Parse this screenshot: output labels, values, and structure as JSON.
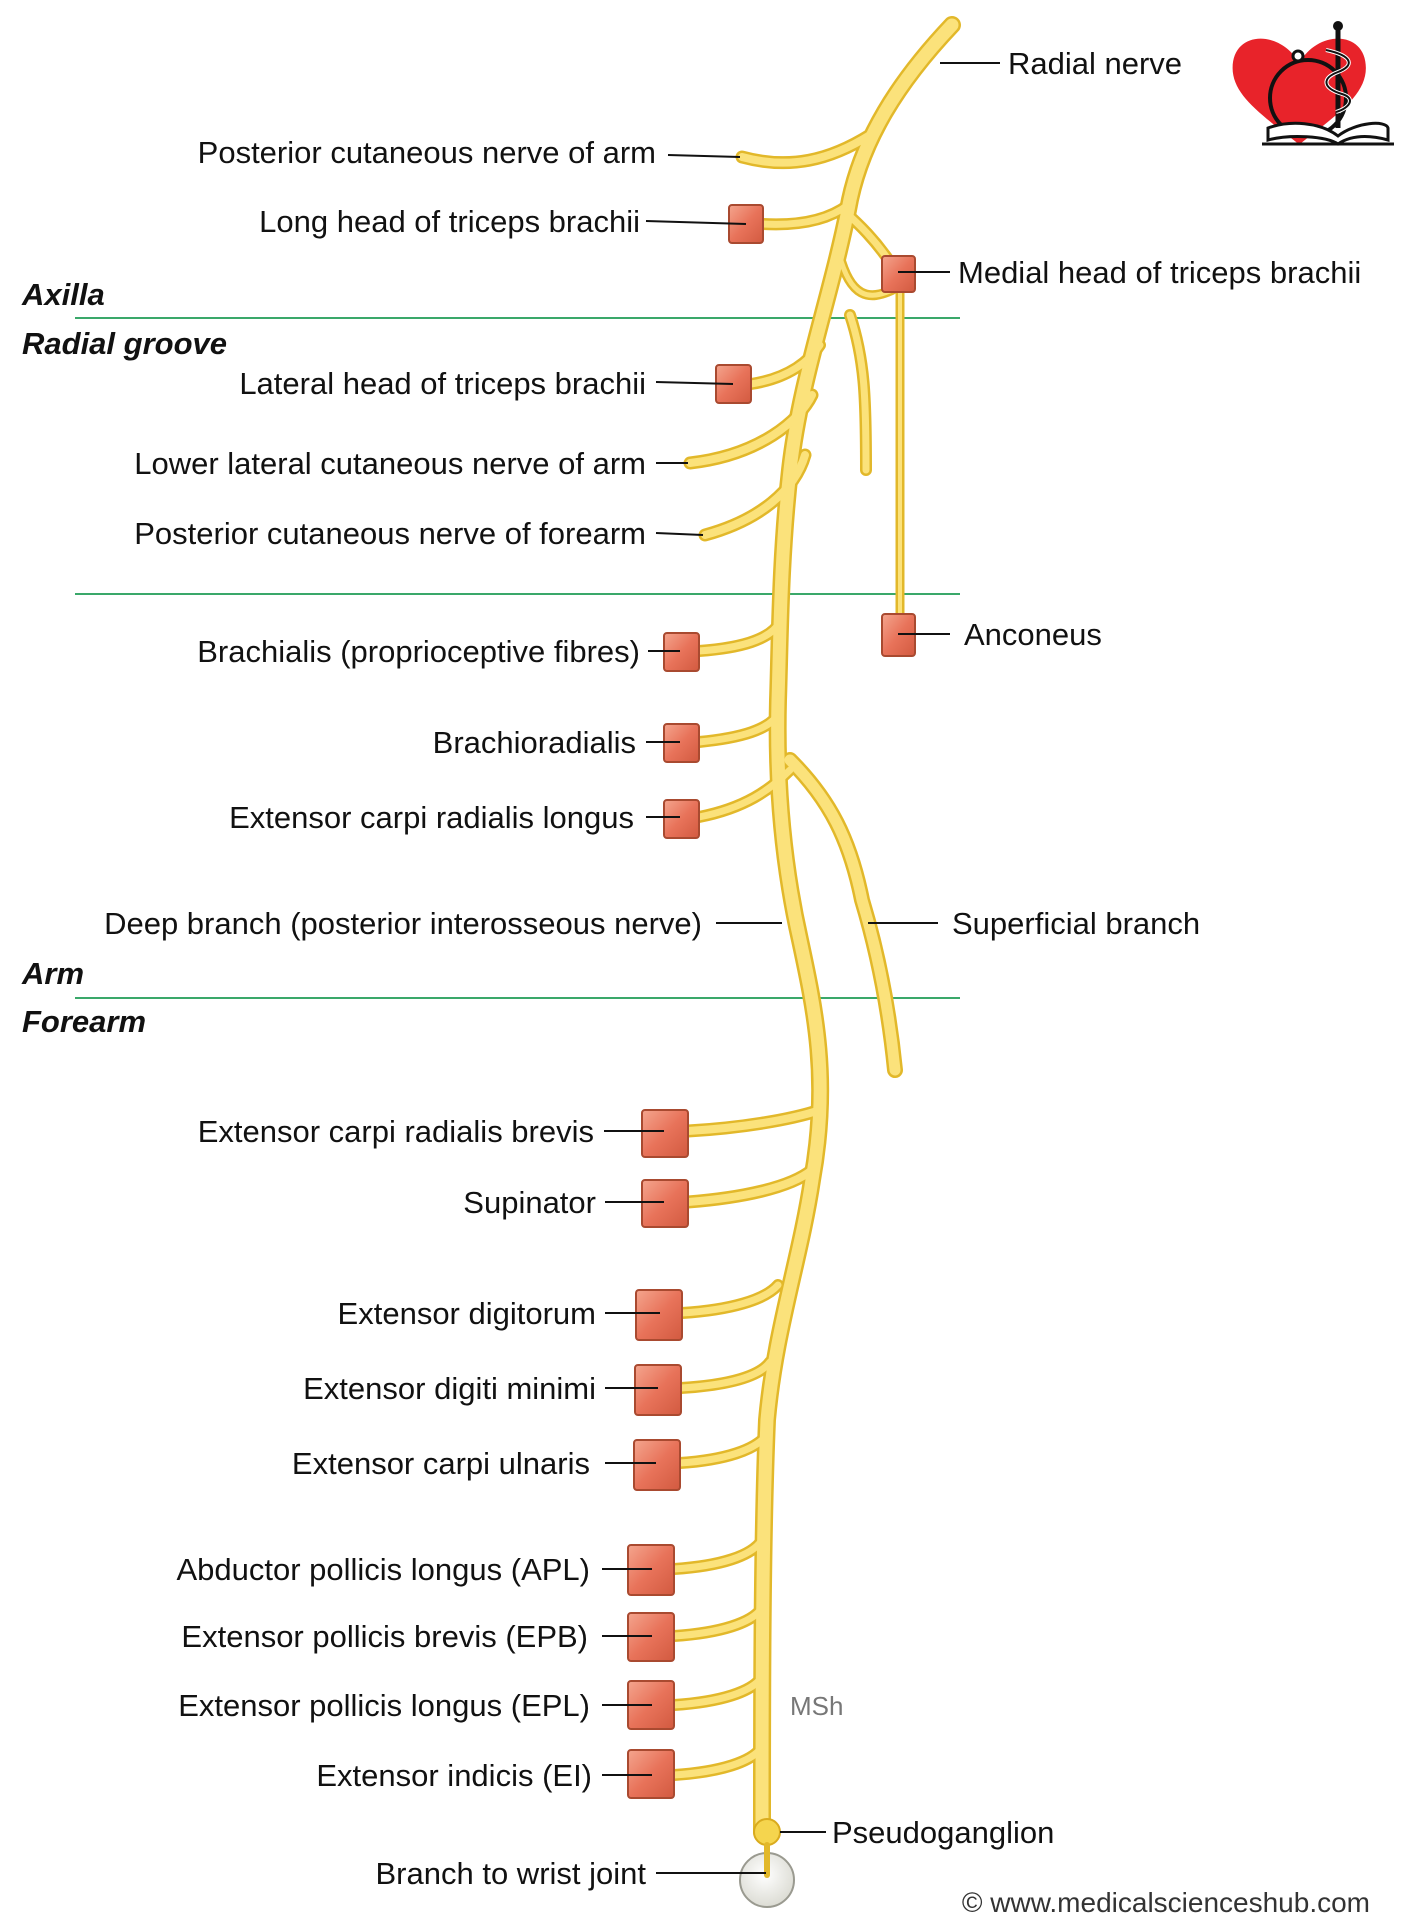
{
  "labels": {
    "radial_nerve": "Radial nerve",
    "posterior_cutaneous_arm": "Posterior cutaneous nerve of arm",
    "long_head_triceps": "Long head of triceps brachii",
    "medial_head_triceps": "Medial head of triceps brachii",
    "lateral_head_triceps": "Lateral head of triceps brachii",
    "lower_lateral_cutaneous_arm": "Lower lateral cutaneous nerve of arm",
    "posterior_cutaneous_forearm": "Posterior cutaneous nerve of forearm",
    "brachialis": "Brachialis (proprioceptive fibres)",
    "anconeus": "Anconeus",
    "brachioradialis": "Brachioradialis",
    "ecrl": "Extensor carpi radialis longus",
    "deep_branch": "Deep branch (posterior interosseous nerve)",
    "superficial_branch": "Superficial branch",
    "ecrb": "Extensor carpi radialis brevis",
    "supinator": "Supinator",
    "extensor_digitorum": "Extensor digitorum",
    "extensor_digiti_minimi": "Extensor digiti minimi",
    "extensor_carpi_ulnaris": "Extensor carpi ulnaris",
    "apl": "Abductor pollicis longus (APL)",
    "epb": "Extensor pollicis brevis (EPB)",
    "epl": "Extensor pollicis longus (EPL)",
    "ei": "Extensor indicis (EI)",
    "pseudoganglion": "Pseudoganglion",
    "wrist_branch": "Branch to wrist joint"
  },
  "regions": {
    "axilla": "Axilla",
    "radial_groove": "Radial groove",
    "arm": "Arm",
    "forearm": "Forearm"
  },
  "msh": "MSh",
  "credit": "© www.medicalscienceshub.com",
  "colors": {
    "nerve": "#f5d54e",
    "nerve_outline": "#e2b82a",
    "muscle": "#e8735a",
    "divider": "#3aa86a",
    "logo_heart": "#e8232a"
  },
  "icons": {
    "logo": "heart-caduceus-book-logo"
  }
}
